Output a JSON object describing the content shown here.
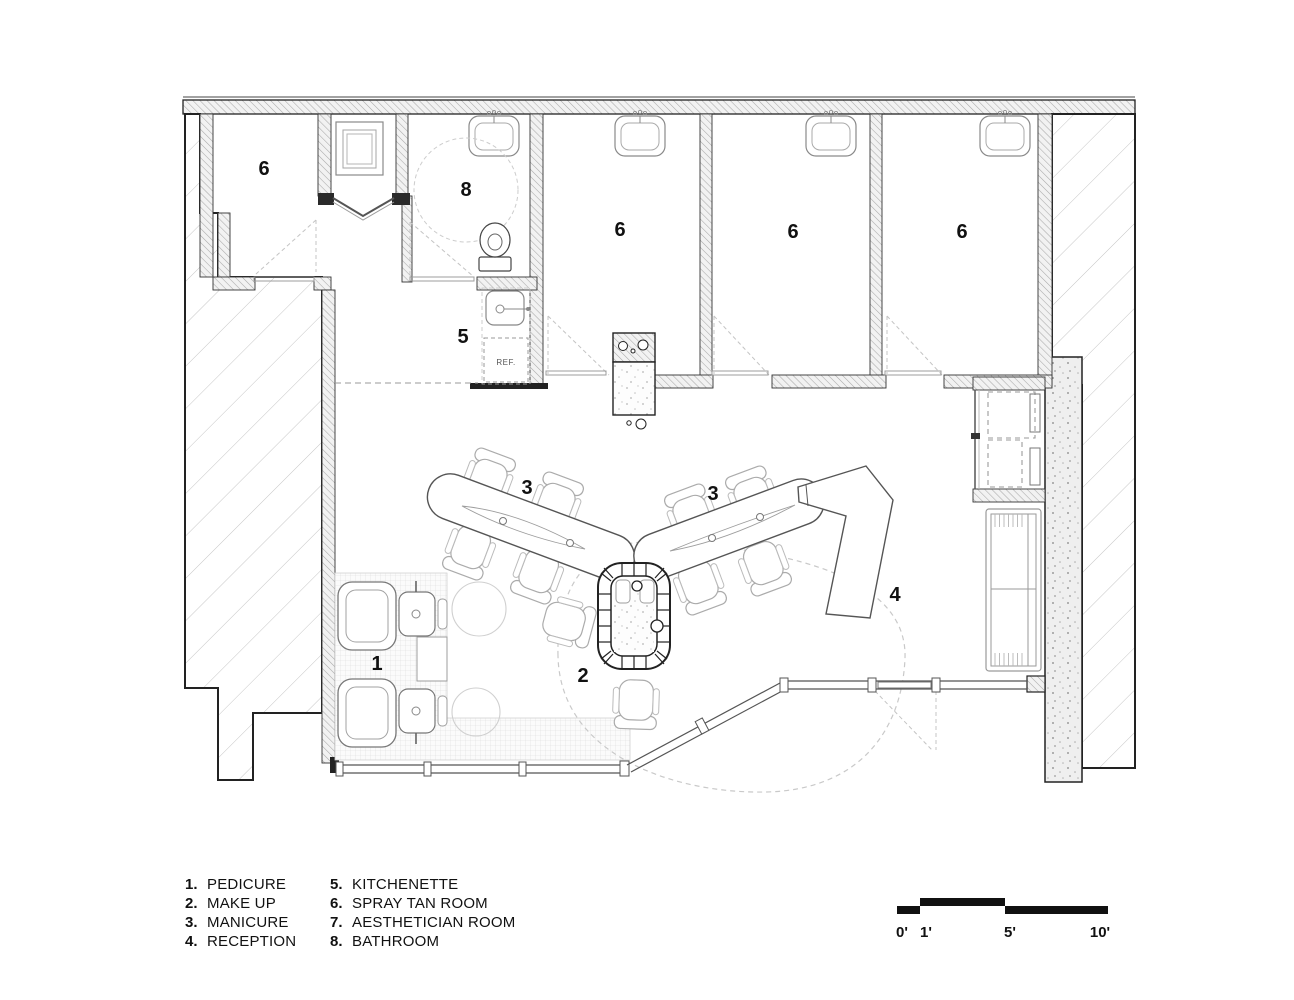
{
  "plan": {
    "room_labels": {
      "tan_room_a": "6",
      "bathroom": "8",
      "tan_room_b": "6",
      "tan_room_c": "6",
      "tan_room_d": "6",
      "kitchenette": "5",
      "manicure_left": "3",
      "manicure_right": "3",
      "reception": "4",
      "pedicure": "1",
      "makeup": "2"
    },
    "ref_label": "REF."
  },
  "legend": {
    "col1": [
      {
        "num": "1.",
        "name": "PEDICURE"
      },
      {
        "num": "2.",
        "name": "MAKE UP"
      },
      {
        "num": "3.",
        "name": "MANICURE"
      },
      {
        "num": "4.",
        "name": "RECEPTION"
      }
    ],
    "col2": [
      {
        "num": "5.",
        "name": "KITCHENETTE"
      },
      {
        "num": "6.",
        "name": "SPRAY TAN ROOM"
      },
      {
        "num": "7.",
        "name": "AESTHETICIAN ROOM"
      },
      {
        "num": "8.",
        "name": "BATHROOM"
      }
    ]
  },
  "scale_bar": {
    "labels": [
      "0'",
      "1'",
      "5'",
      "10'"
    ]
  }
}
